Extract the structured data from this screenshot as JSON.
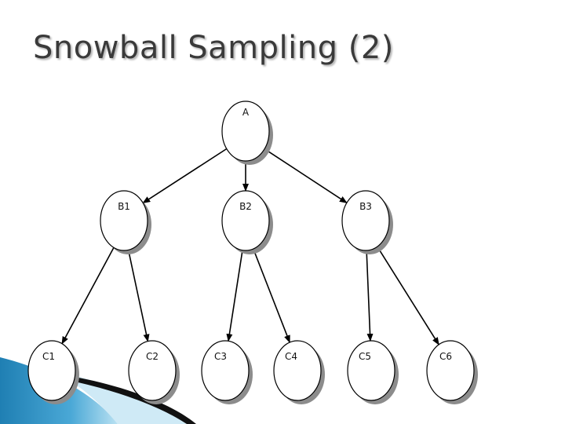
{
  "slide": {
    "title": "Snowball Sampling (2)"
  },
  "diagram": {
    "nodes": [
      {
        "id": "A",
        "label": "A"
      },
      {
        "id": "B1",
        "label": "B1"
      },
      {
        "id": "B2",
        "label": "B2"
      },
      {
        "id": "B3",
        "label": "B3"
      },
      {
        "id": "C1",
        "label": "C1"
      },
      {
        "id": "C2",
        "label": "C2"
      },
      {
        "id": "C3",
        "label": "C3"
      },
      {
        "id": "C4",
        "label": "C4"
      },
      {
        "id": "C5",
        "label": "C5"
      },
      {
        "id": "C6",
        "label": "C6"
      }
    ],
    "edges": [
      {
        "from": "A",
        "to": "B1"
      },
      {
        "from": "A",
        "to": "B2"
      },
      {
        "from": "A",
        "to": "B3"
      },
      {
        "from": "B1",
        "to": "C1"
      },
      {
        "from": "B1",
        "to": "C2"
      },
      {
        "from": "B2",
        "to": "C3"
      },
      {
        "from": "B2",
        "to": "C4"
      },
      {
        "from": "B3",
        "to": "C5"
      },
      {
        "from": "B3",
        "to": "C6"
      }
    ],
    "colors": {
      "node_fill": "#ffffff",
      "node_stroke": "#000000",
      "node_shadow": "#8c8c8c",
      "edge": "#000000",
      "corner_blue": "#2f8fc0",
      "corner_light": "#a9d8ee",
      "corner_dark": "#111111"
    }
  }
}
